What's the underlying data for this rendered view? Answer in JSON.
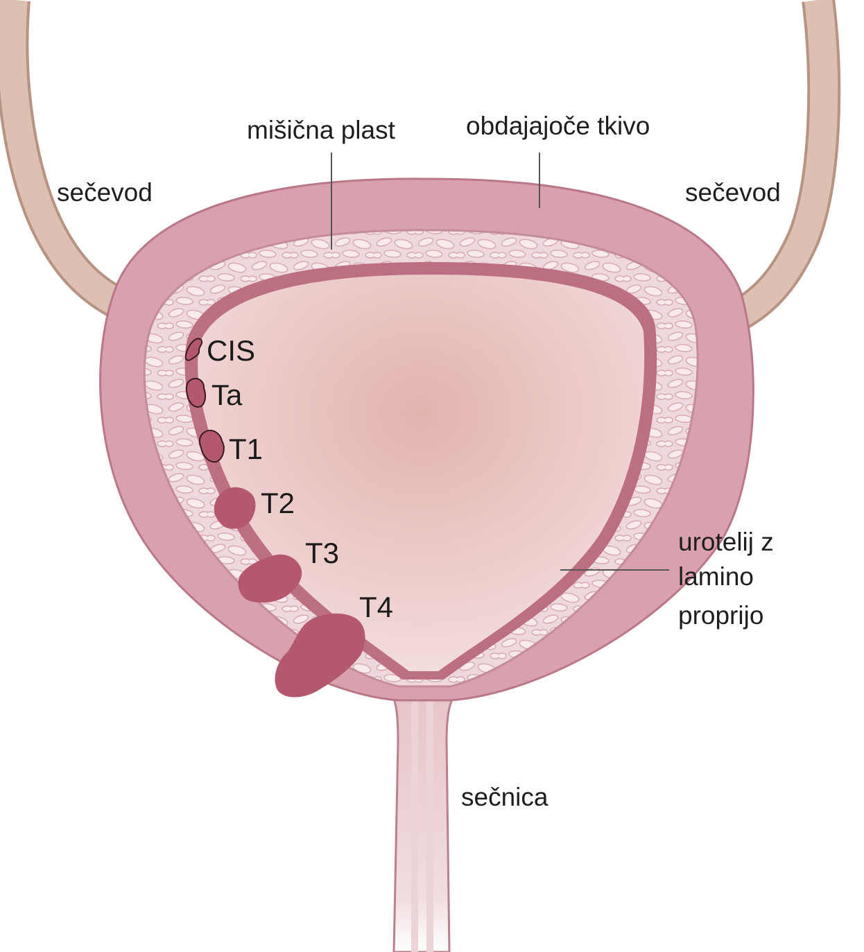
{
  "labels": {
    "ureter_left": "sečevod",
    "ureter_right": "sečevod",
    "muscle_layer": "mišična plast",
    "surrounding_tissue": "obdajajoče tkivo",
    "urothelium_line1": "urotelij z",
    "urothelium_line2": "lamino",
    "urothelium_line3": "proprijo",
    "urethra": "sečnica"
  },
  "stages": [
    "CIS",
    "Ta",
    "T1",
    "T2",
    "T3",
    "T4"
  ],
  "colors": {
    "outer_wall": "#d49aa7",
    "muscle": "#ebd0d6",
    "lining": "#bd6f82",
    "lumen": "#efcac7",
    "ureter": "#dcc0b1",
    "tumor": "#b4586e"
  }
}
